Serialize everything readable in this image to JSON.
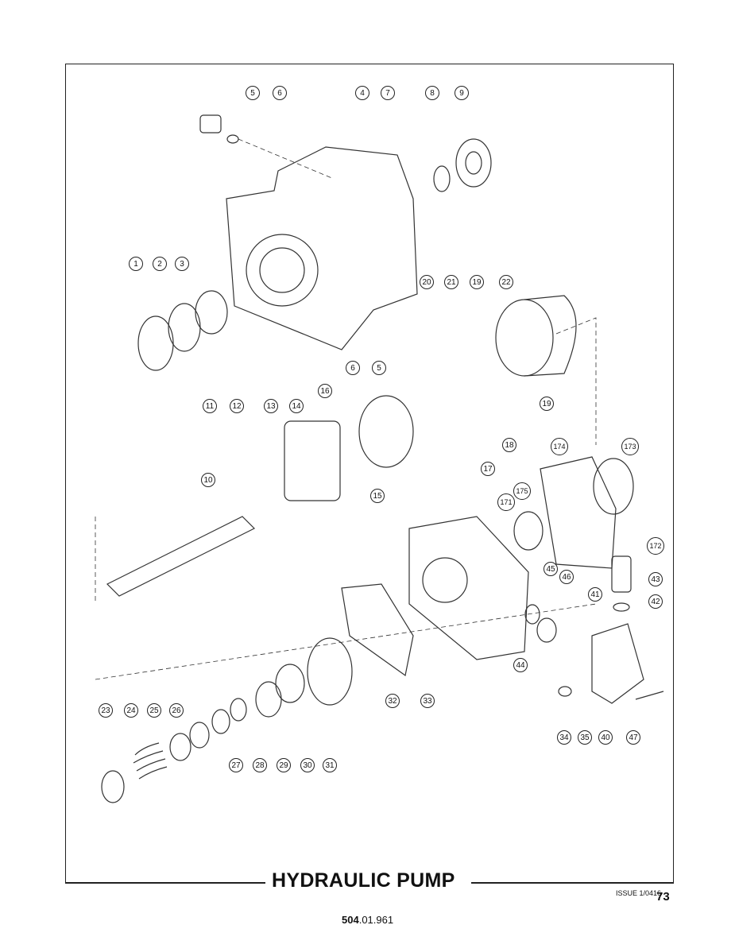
{
  "title": "HYDRAULIC PUMP",
  "issue": "ISSUE 1/0416",
  "page_number": "73",
  "doc_number_bold": "504",
  "doc_number_rest": ".01.961",
  "callouts": [
    "5",
    "6",
    "4",
    "7",
    "8",
    "9",
    "1",
    "2",
    "3",
    "20",
    "21",
    "19",
    "22",
    "6",
    "5",
    "16",
    "11",
    "12",
    "13",
    "14",
    "19",
    "18",
    "174",
    "173",
    "17",
    "10",
    "15",
    "175",
    "171",
    "172",
    "45",
    "46",
    "43",
    "41",
    "42",
    "44",
    "32",
    "33",
    "23",
    "24",
    "25",
    "26",
    "34",
    "35",
    "40",
    "47",
    "27",
    "28",
    "29",
    "30",
    "31"
  ]
}
